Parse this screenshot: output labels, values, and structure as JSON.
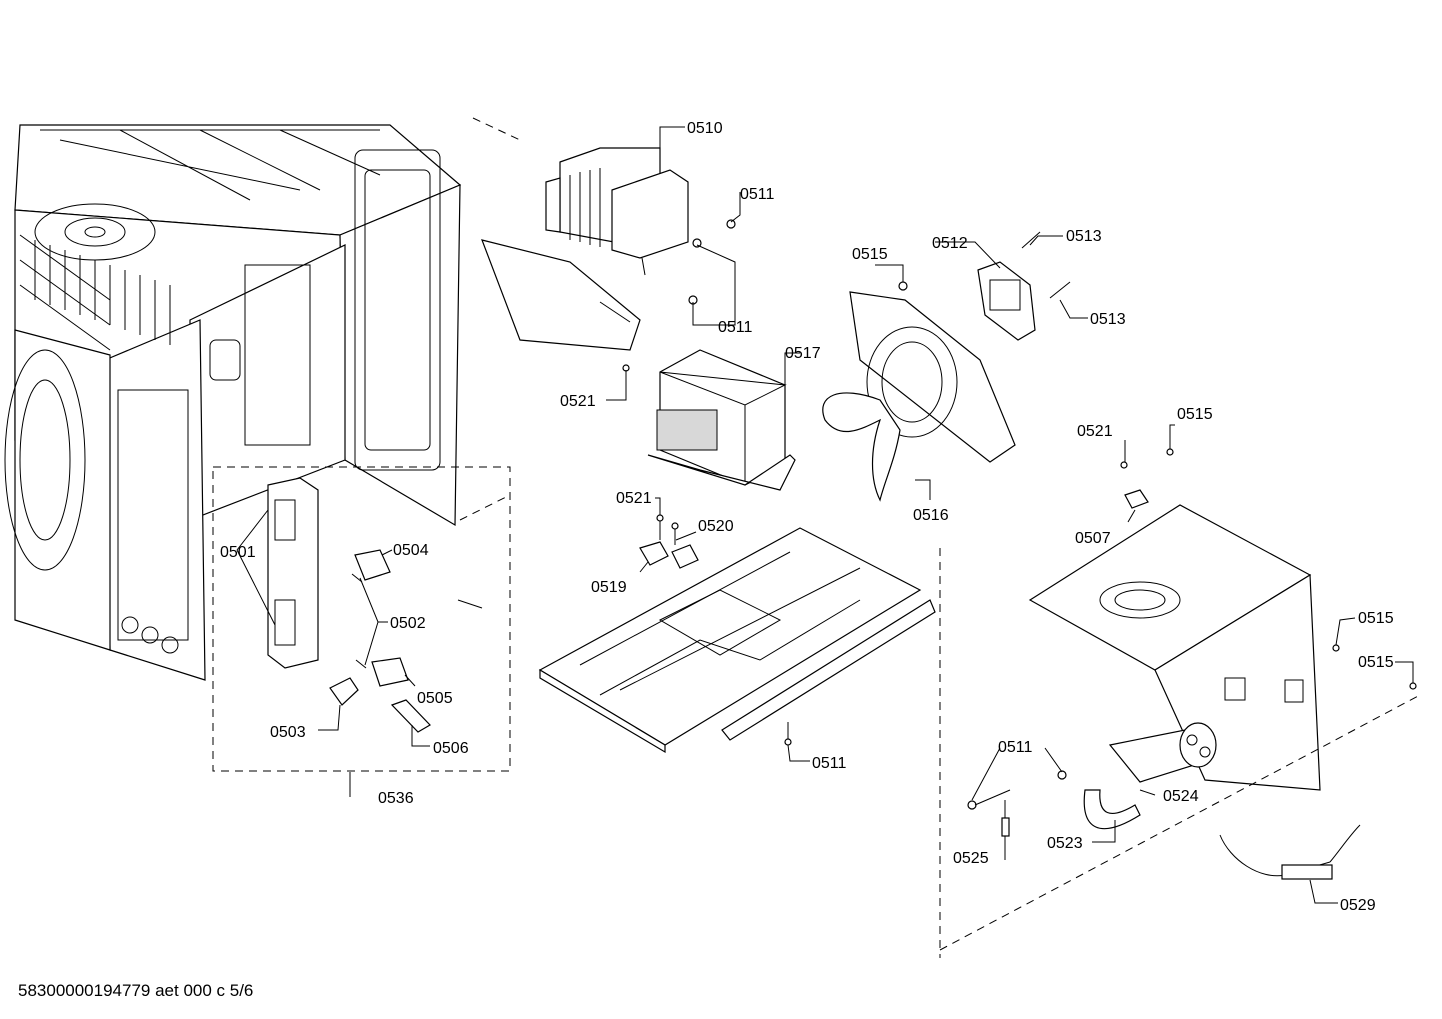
{
  "footer_text": "58300000194779 aet 000 c 5/6",
  "parts": [
    {
      "key": "p0510",
      "label": "0510"
    },
    {
      "key": "p0511a",
      "label": "0511"
    },
    {
      "key": "p0511b",
      "label": "0511"
    },
    {
      "key": "p0511c",
      "label": "0511"
    },
    {
      "key": "p0511d",
      "label": "0511"
    },
    {
      "key": "p0512",
      "label": "0512"
    },
    {
      "key": "p0513a",
      "label": "0513"
    },
    {
      "key": "p0513b",
      "label": "0513"
    },
    {
      "key": "p0515a",
      "label": "0515"
    },
    {
      "key": "p0515b",
      "label": "0515"
    },
    {
      "key": "p0515c",
      "label": "0515"
    },
    {
      "key": "p0515d",
      "label": "0515"
    },
    {
      "key": "p0516",
      "label": "0516"
    },
    {
      "key": "p0517",
      "label": "0517"
    },
    {
      "key": "p0521a",
      "label": "0521"
    },
    {
      "key": "p0521b",
      "label": "0521"
    },
    {
      "key": "p0521c",
      "label": "0521"
    },
    {
      "key": "p0520",
      "label": "0520"
    },
    {
      "key": "p0519",
      "label": "0519"
    },
    {
      "key": "p0507",
      "label": "0507"
    },
    {
      "key": "p0501",
      "label": "0501"
    },
    {
      "key": "p0504",
      "label": "0504"
    },
    {
      "key": "p0502",
      "label": "0502"
    },
    {
      "key": "p0505",
      "label": "0505"
    },
    {
      "key": "p0503",
      "label": "0503"
    },
    {
      "key": "p0506",
      "label": "0506"
    },
    {
      "key": "p0536",
      "label": "0536"
    },
    {
      "key": "p0524",
      "label": "0524"
    },
    {
      "key": "p0523",
      "label": "0523"
    },
    {
      "key": "p0525",
      "label": "0525"
    },
    {
      "key": "p0529",
      "label": "0529"
    }
  ]
}
